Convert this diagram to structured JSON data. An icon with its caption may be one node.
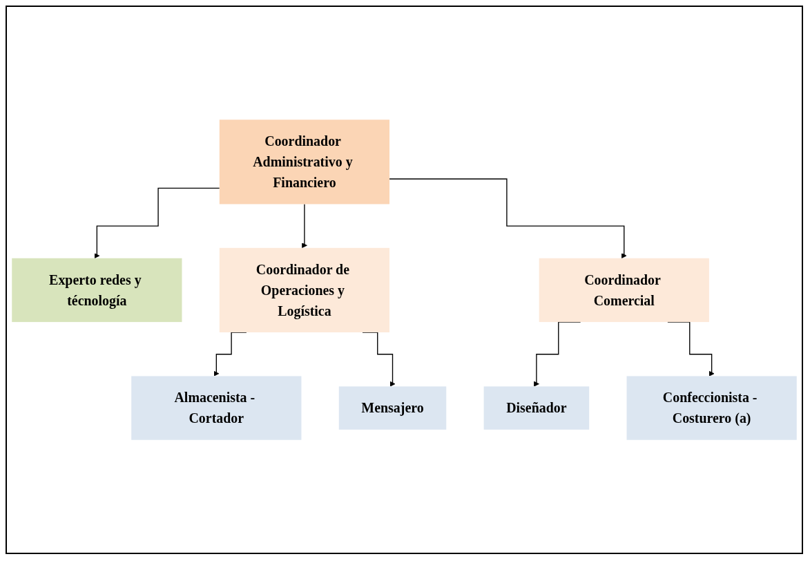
{
  "diagram": {
    "nodes": [
      {
        "text": [
          "Coordinador Administrativo y Financiero"
        ]
      },
      {
        "text": [
          "Experto redes y técnología"
        ]
      },
      {
        "text": [
          "Coordinador de Operaciones y Logística"
        ]
      },
      {
        "text": [
          "Coordinador Comercial"
        ]
      },
      {
        "text": [
          "Almacenista - Cortador"
        ]
      },
      {
        "text": [
          "Mensajero"
        ]
      },
      {
        "text": [
          "Diseñador"
        ]
      },
      {
        "text": [
          "Confeccionista - Costurero (a)"
        ]
      }
    ],
    "edges": [
      {
        "from": 0,
        "to": 1,
        "arrow": "to"
      },
      {
        "from": 0,
        "to": 2,
        "arrow": "to"
      },
      {
        "from": 0,
        "to": 3,
        "arrow": "to"
      },
      {
        "from": 2,
        "to": 4,
        "arrow": "to"
      },
      {
        "from": 2,
        "to": 5,
        "arrow": "to"
      },
      {
        "from": 3,
        "to": 6,
        "arrow": "to"
      },
      {
        "from": 3,
        "to": 7,
        "arrow": "to"
      }
    ]
  }
}
